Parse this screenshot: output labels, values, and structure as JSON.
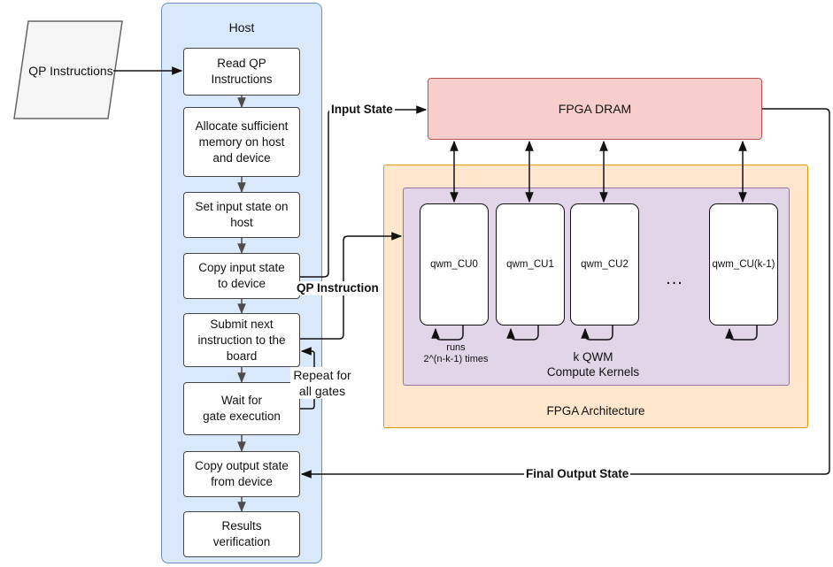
{
  "host": {
    "title": "Host",
    "steps": [
      "Read QP\nInstructions",
      "Allocate sufficient\nmemory on host\nand device",
      "Set input state on\nhost",
      "Copy input state\nto device",
      "Submit next\ninstruction to the\nboard",
      "Wait for\ngate execution",
      "Copy output state\nfrom device",
      "Results\nverification"
    ]
  },
  "input": {
    "label": "QP Instructions"
  },
  "fpga": {
    "dram_label": "FPGA DRAM",
    "architecture_label": "FPGA Architecture",
    "kernels_label": "k QWM\nCompute Kernels",
    "compute_units": [
      "qwm_CU0",
      "qwm_CU1",
      "qwm_CU2",
      "qwm_CU(k-1)"
    ],
    "ellipsis": "...",
    "loop_note": "runs\n2^(n-k-1) times"
  },
  "edges": {
    "input_state": "Input State",
    "qp_instruction": "QP Instruction",
    "final_output_state": "Final Output State",
    "repeat": "Repeat for\nall gates"
  }
}
